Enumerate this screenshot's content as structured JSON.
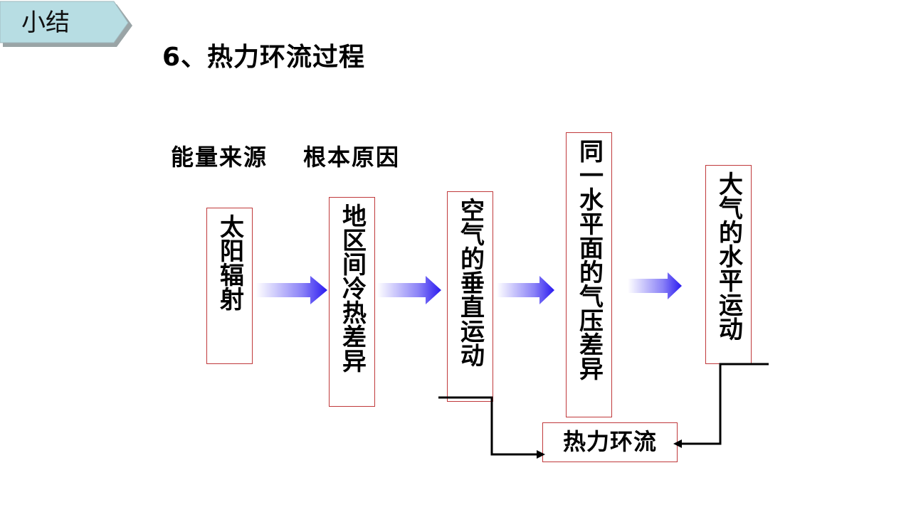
{
  "section_tag": {
    "label": "小结",
    "fill_color": "#b7dde3",
    "shadow_color": "#9aa4a6"
  },
  "heading": "6、热力环流过程",
  "labels": {
    "energy_source": "能量来源",
    "root_cause": "根本原因"
  },
  "flow": {
    "steps": [
      {
        "text": "太阳辐射"
      },
      {
        "text": "地区间冷热差异"
      },
      {
        "text": "空气的垂直运动"
      },
      {
        "text": "同一水平面的气压差异"
      },
      {
        "text": "大气的水平运动"
      }
    ],
    "result": "热力环流"
  },
  "colors": {
    "box_border": "#c0393b",
    "arrow_fill": "#2a1af0",
    "line": "#000000"
  }
}
